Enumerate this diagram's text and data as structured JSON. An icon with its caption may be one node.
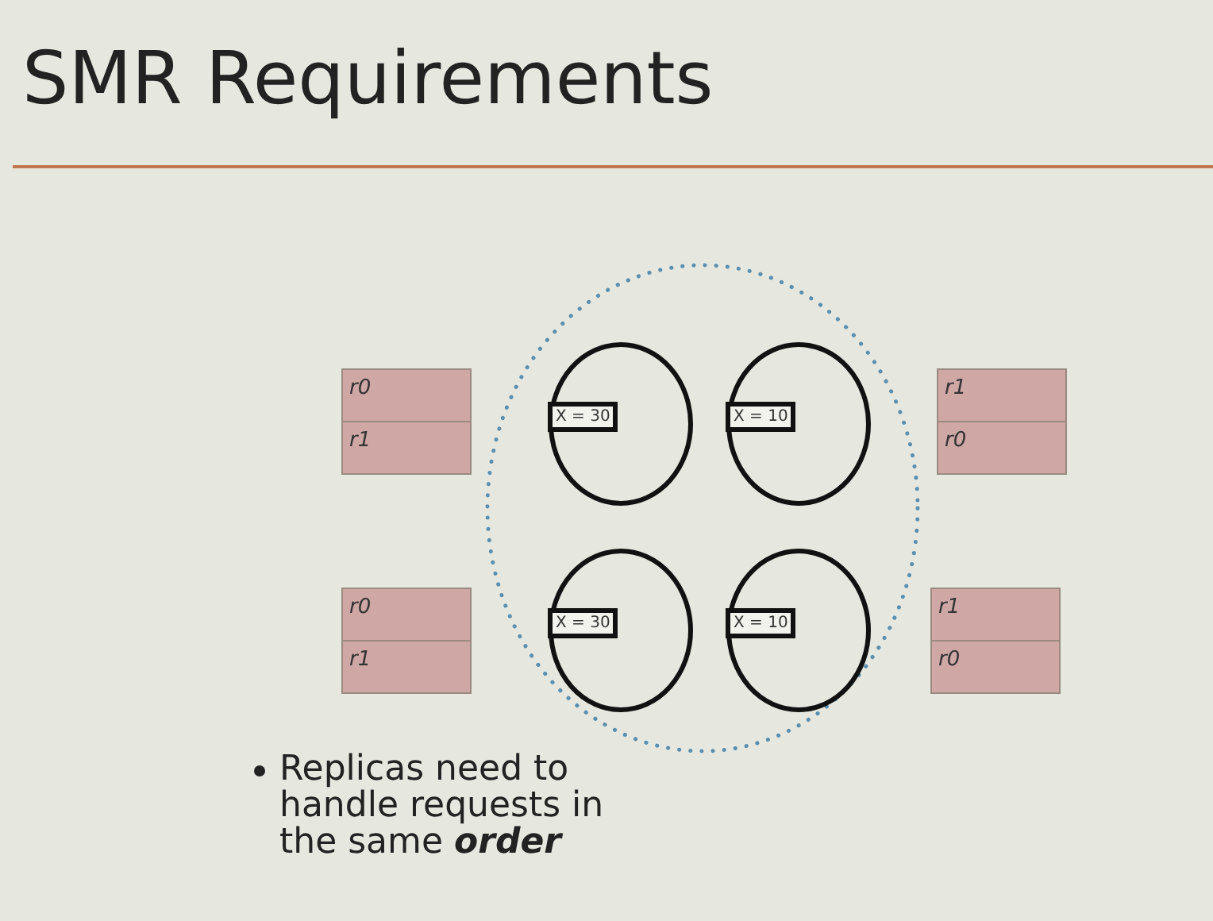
{
  "diagram": {
    "title": "SMR Requirements",
    "nodes": [
      {
        "text": [],
        "shape": "circle"
      },
      {
        "text": [],
        "shape": "circle",
        "in": 0
      },
      {
        "text": [
          "X = 30"
        ],
        "in": 1
      },
      {
        "text": [],
        "shape": "circle",
        "in": 0
      },
      {
        "text": [
          "X = 10"
        ],
        "in": 3
      },
      {
        "text": [],
        "shape": "circle",
        "in": 0
      },
      {
        "text": [
          "X = 30"
        ],
        "in": 5
      },
      {
        "text": [],
        "shape": "circle",
        "in": 0
      },
      {
        "text": [
          "X = 10"
        ],
        "in": 7
      },
      {
        "text": [
          "r0"
        ]
      },
      {
        "text": [
          "r1"
        ]
      },
      {
        "text": [
          "r1"
        ]
      },
      {
        "text": [
          "r0"
        ]
      },
      {
        "text": [
          "r0"
        ]
      },
      {
        "text": [
          "r1"
        ]
      },
      {
        "text": [
          "r1"
        ]
      },
      {
        "text": [
          "r0"
        ]
      }
    ],
    "edges": [],
    "labels": [
      "Replicas need to handle requests in the same **order**"
    ]
  }
}
